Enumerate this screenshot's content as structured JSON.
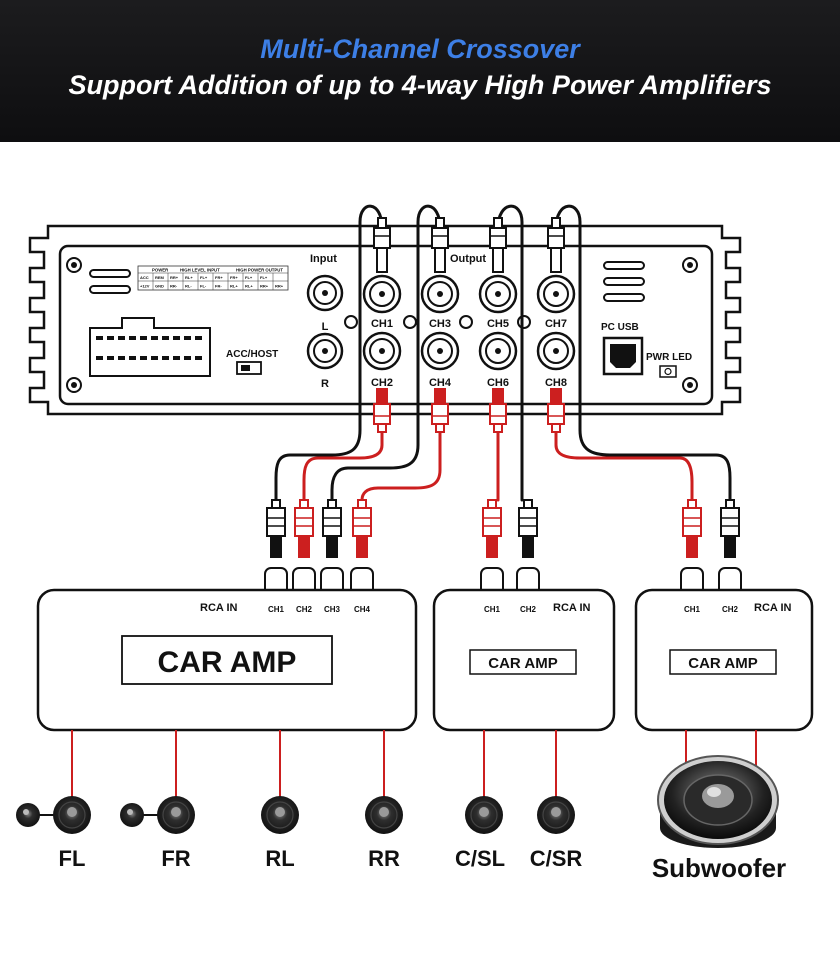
{
  "banner": {
    "title": "Multi-Channel Crossover",
    "subtitle": "Support Addition of up to 4-way High Power Amplifiers"
  },
  "processor": {
    "input_label": "Input",
    "output_label": "Output",
    "input_channels": [
      "L",
      "R"
    ],
    "output_channels_top": [
      "CH1",
      "CH3",
      "CH5",
      "CH7"
    ],
    "output_channels_bottom": [
      "CH2",
      "CH4",
      "CH6",
      "CH8"
    ],
    "pc_usb_label": "PC USB",
    "pwr_led_label": "PWR LED",
    "acc_host_label": "ACC/HOST",
    "table_headers": [
      "POWER",
      "HIGH LEVEL INPUT",
      "HIGH POWER OUTPUT"
    ],
    "table_row1": [
      "ACC",
      "REM",
      "RR+",
      "RL+",
      "FL+",
      "FR+",
      "FR+",
      "FL+",
      "FL+"
    ],
    "table_row2": [
      "+12V",
      "GND",
      "RR-",
      "RL-",
      "FL-",
      "FR-",
      "RL+",
      "RL+",
      "RR+",
      "RR+"
    ]
  },
  "amplifiers": [
    {
      "title": "CAR AMP",
      "rca_label": "RCA IN",
      "channels": [
        "CH1",
        "CH2",
        "CH3",
        "CH4"
      ]
    },
    {
      "title": "CAR AMP",
      "rca_label": "RCA IN",
      "channels": [
        "CH1",
        "CH2"
      ]
    },
    {
      "title": "CAR AMP",
      "rca_label": "RCA IN",
      "channels": [
        "CH1",
        "CH2"
      ]
    }
  ],
  "speakers": [
    "FL",
    "FR",
    "RL",
    "RR",
    "C/SL",
    "C/SR"
  ],
  "subwoofer_label": "Subwoofer",
  "colors": {
    "banner_title": "#3d7fe6",
    "banner_subtitle": "#ffffff",
    "wire_red": "#cc1f1f",
    "wire_black": "#111111"
  }
}
